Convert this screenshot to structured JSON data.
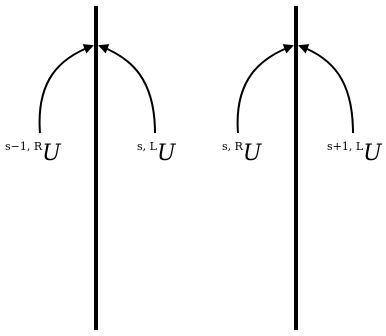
{
  "colors": {
    "stroke": "#000000",
    "background": "#ffffff"
  },
  "labels": [
    {
      "superscript": "s−1, R",
      "symbol": "U"
    },
    {
      "superscript": "s, L",
      "symbol": "U"
    },
    {
      "superscript": "s, R",
      "symbol": "U"
    },
    {
      "superscript": "s+1, L",
      "symbol": "U"
    }
  ]
}
